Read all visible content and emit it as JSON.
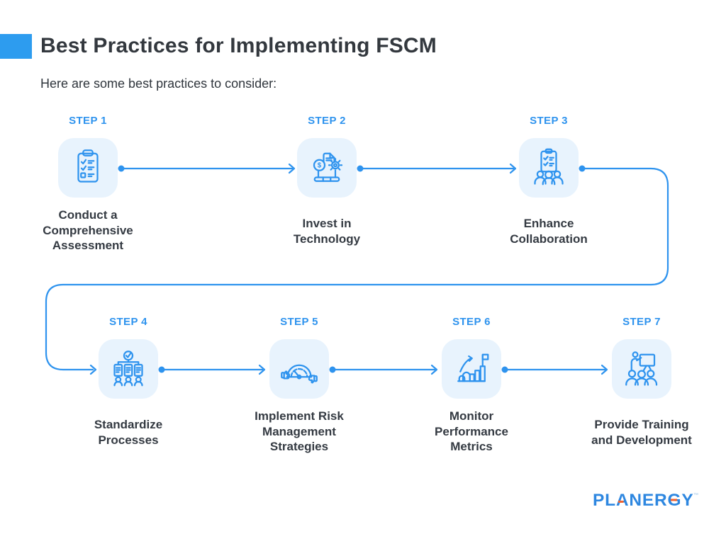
{
  "header": {
    "title": "Best Practices for Implementing FSCM",
    "subtitle": "Here are some best practices to consider:"
  },
  "steps": [
    {
      "label": "STEP 1",
      "caption": "Conduct a\nComprehensive\nAssessment",
      "icon": "clipboard-checklist-icon"
    },
    {
      "label": "STEP 2",
      "caption": "Invest in\nTechnology",
      "icon": "laptop-finance-gear-icon"
    },
    {
      "label": "STEP 3",
      "caption": "Enhance\nCollaboration",
      "icon": "team-checklist-icon"
    },
    {
      "label": "STEP 4",
      "caption": "Standardize\nProcesses",
      "icon": "approved-org-chart-icon"
    },
    {
      "label": "STEP 5",
      "caption": "Implement Risk\nManagement\nStrategies",
      "icon": "risk-gauge-thumbs-icon"
    },
    {
      "label": "STEP 6",
      "caption": "Monitor\nPerformance\nMetrics",
      "icon": "growth-chart-flag-icon"
    },
    {
      "label": "STEP 7",
      "caption": "Provide Training\nand Development",
      "icon": "trainer-presentation-icon"
    }
  ],
  "branding": {
    "logo_text": "PLANERGY",
    "trademark": "™"
  },
  "colors": {
    "accent_blue": "#2E93EE",
    "icon_background": "#E8F3FD",
    "text_dark": "#343A42",
    "logo_blue": "#2E87E0",
    "logo_orange": "#F2622E"
  }
}
